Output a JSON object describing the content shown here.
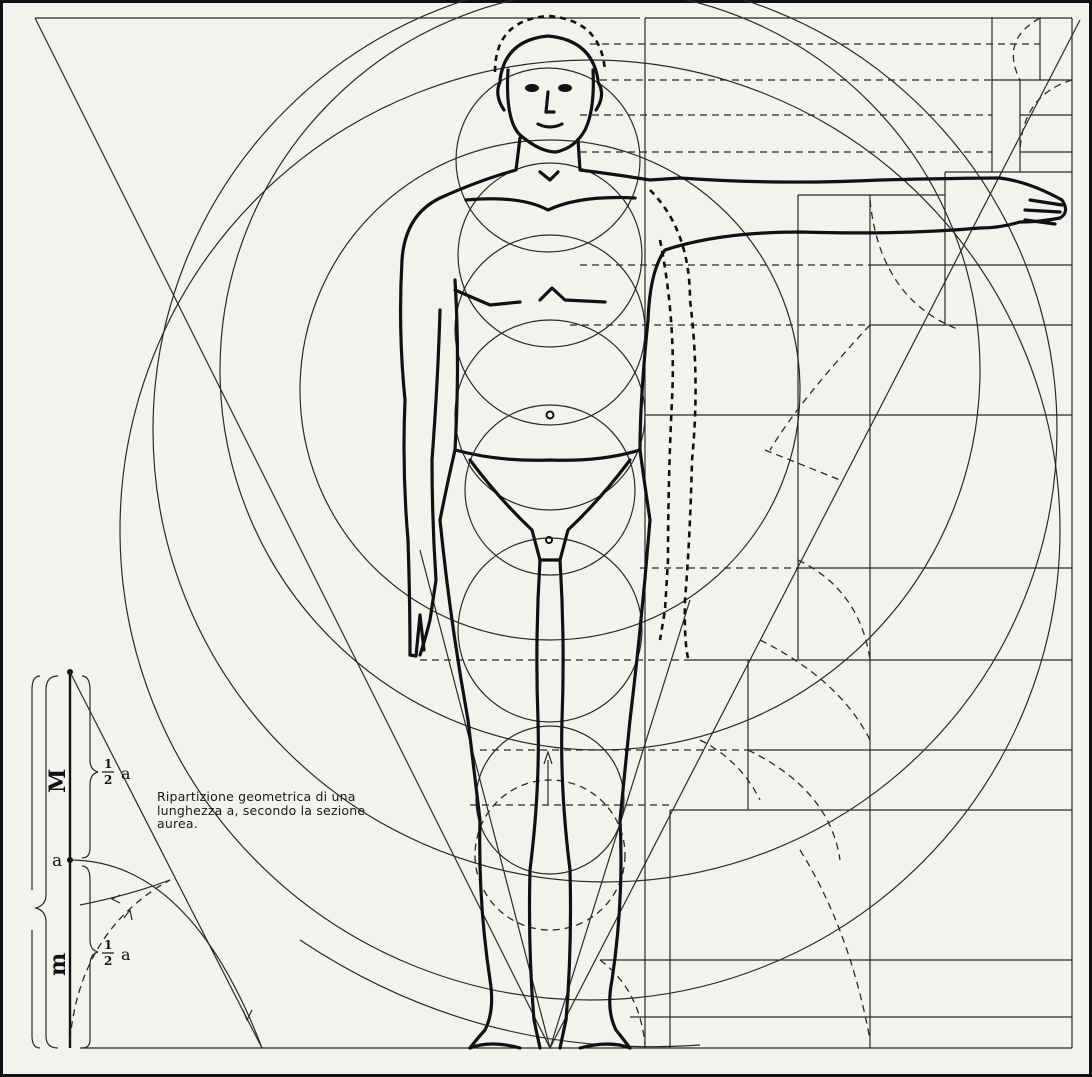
{
  "caption": "Ripartizione geometrica di una lunghezza a, secondo la sezione aurea.",
  "labels": {
    "major": "M",
    "minor": "m",
    "a": "a",
    "half_top_num": "1",
    "half_top_den": "2",
    "half_top_var": "a",
    "half_bot_num": "1",
    "half_bot_den": "2",
    "half_bot_var": "a"
  }
}
